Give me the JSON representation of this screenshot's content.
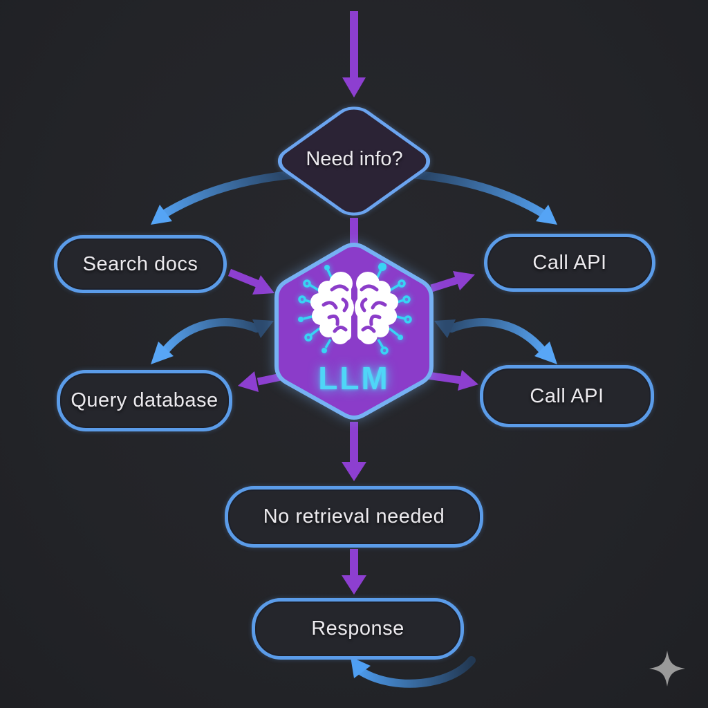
{
  "diagram": {
    "title": "LLM retrieval routing flowchart",
    "nodes": {
      "decision": {
        "label": "Need info?",
        "shape": "diamond"
      },
      "llm": {
        "label": "LLM",
        "shape": "hexagon",
        "icon": "brain-circuit-icon"
      },
      "search_docs": {
        "label": "Search docs",
        "shape": "rounded-rect"
      },
      "call_api_top": {
        "label": "Call API",
        "shape": "rounded-rect"
      },
      "query_database": {
        "label": "Query database",
        "shape": "rounded-rect"
      },
      "call_api_bottom": {
        "label": "Call API",
        "shape": "rounded-rect"
      },
      "no_retrieval": {
        "label": "No retrieval needed",
        "shape": "rounded-rect"
      },
      "response": {
        "label": "Response",
        "shape": "rounded-rect"
      }
    },
    "icons": {
      "brain": "brain-circuit-icon",
      "sparkle": "sparkle-icon"
    },
    "colors": {
      "background": "#232428",
      "node_fill": "#25262c",
      "node_border": "#5b9ce9",
      "decision_fill": "#2b2335",
      "hexagon_fill": "#8b3cc9",
      "hexagon_border": "#76b1f3",
      "purple_arrow": "#8d3fd0",
      "blue_arrow_bright": "#55a4f5",
      "blue_arrow_dark": "#253c59",
      "llm_text": "#4fd6f7",
      "circuit_cyan": "#38d4f4",
      "label_text": "#eceaee",
      "sparkle": "#9a9a9a"
    }
  }
}
